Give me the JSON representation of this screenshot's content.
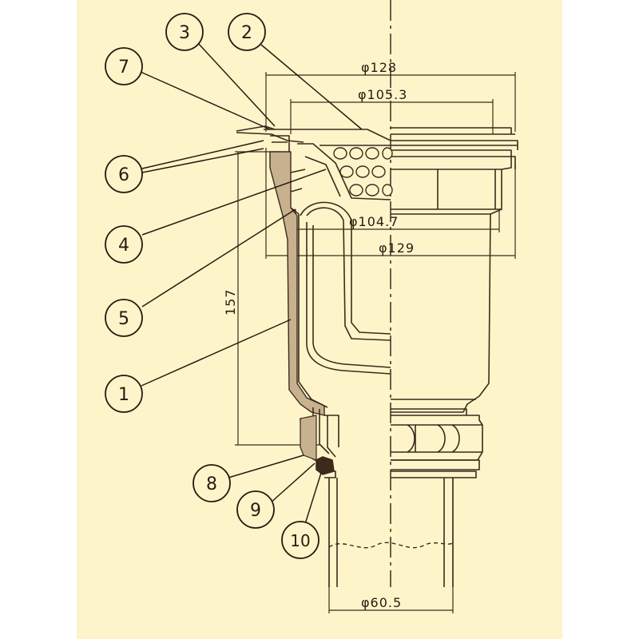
{
  "colors": {
    "paper": "#fdf5c9",
    "line": "#3d2a1c",
    "lead": "#2b1a12",
    "page": "#ffffff"
  },
  "balloons": [
    {
      "number": "1"
    },
    {
      "number": "2"
    },
    {
      "number": "3"
    },
    {
      "number": "4"
    },
    {
      "number": "5"
    },
    {
      "number": "6"
    },
    {
      "number": "7"
    },
    {
      "number": "8"
    },
    {
      "number": "9"
    },
    {
      "number": "10"
    }
  ],
  "dimensions": {
    "d128": "φ128",
    "d105_3": "φ105.3",
    "d104_7": "φ104.7",
    "d129": "φ129",
    "h157": "157",
    "d60_5": "φ60.5"
  }
}
